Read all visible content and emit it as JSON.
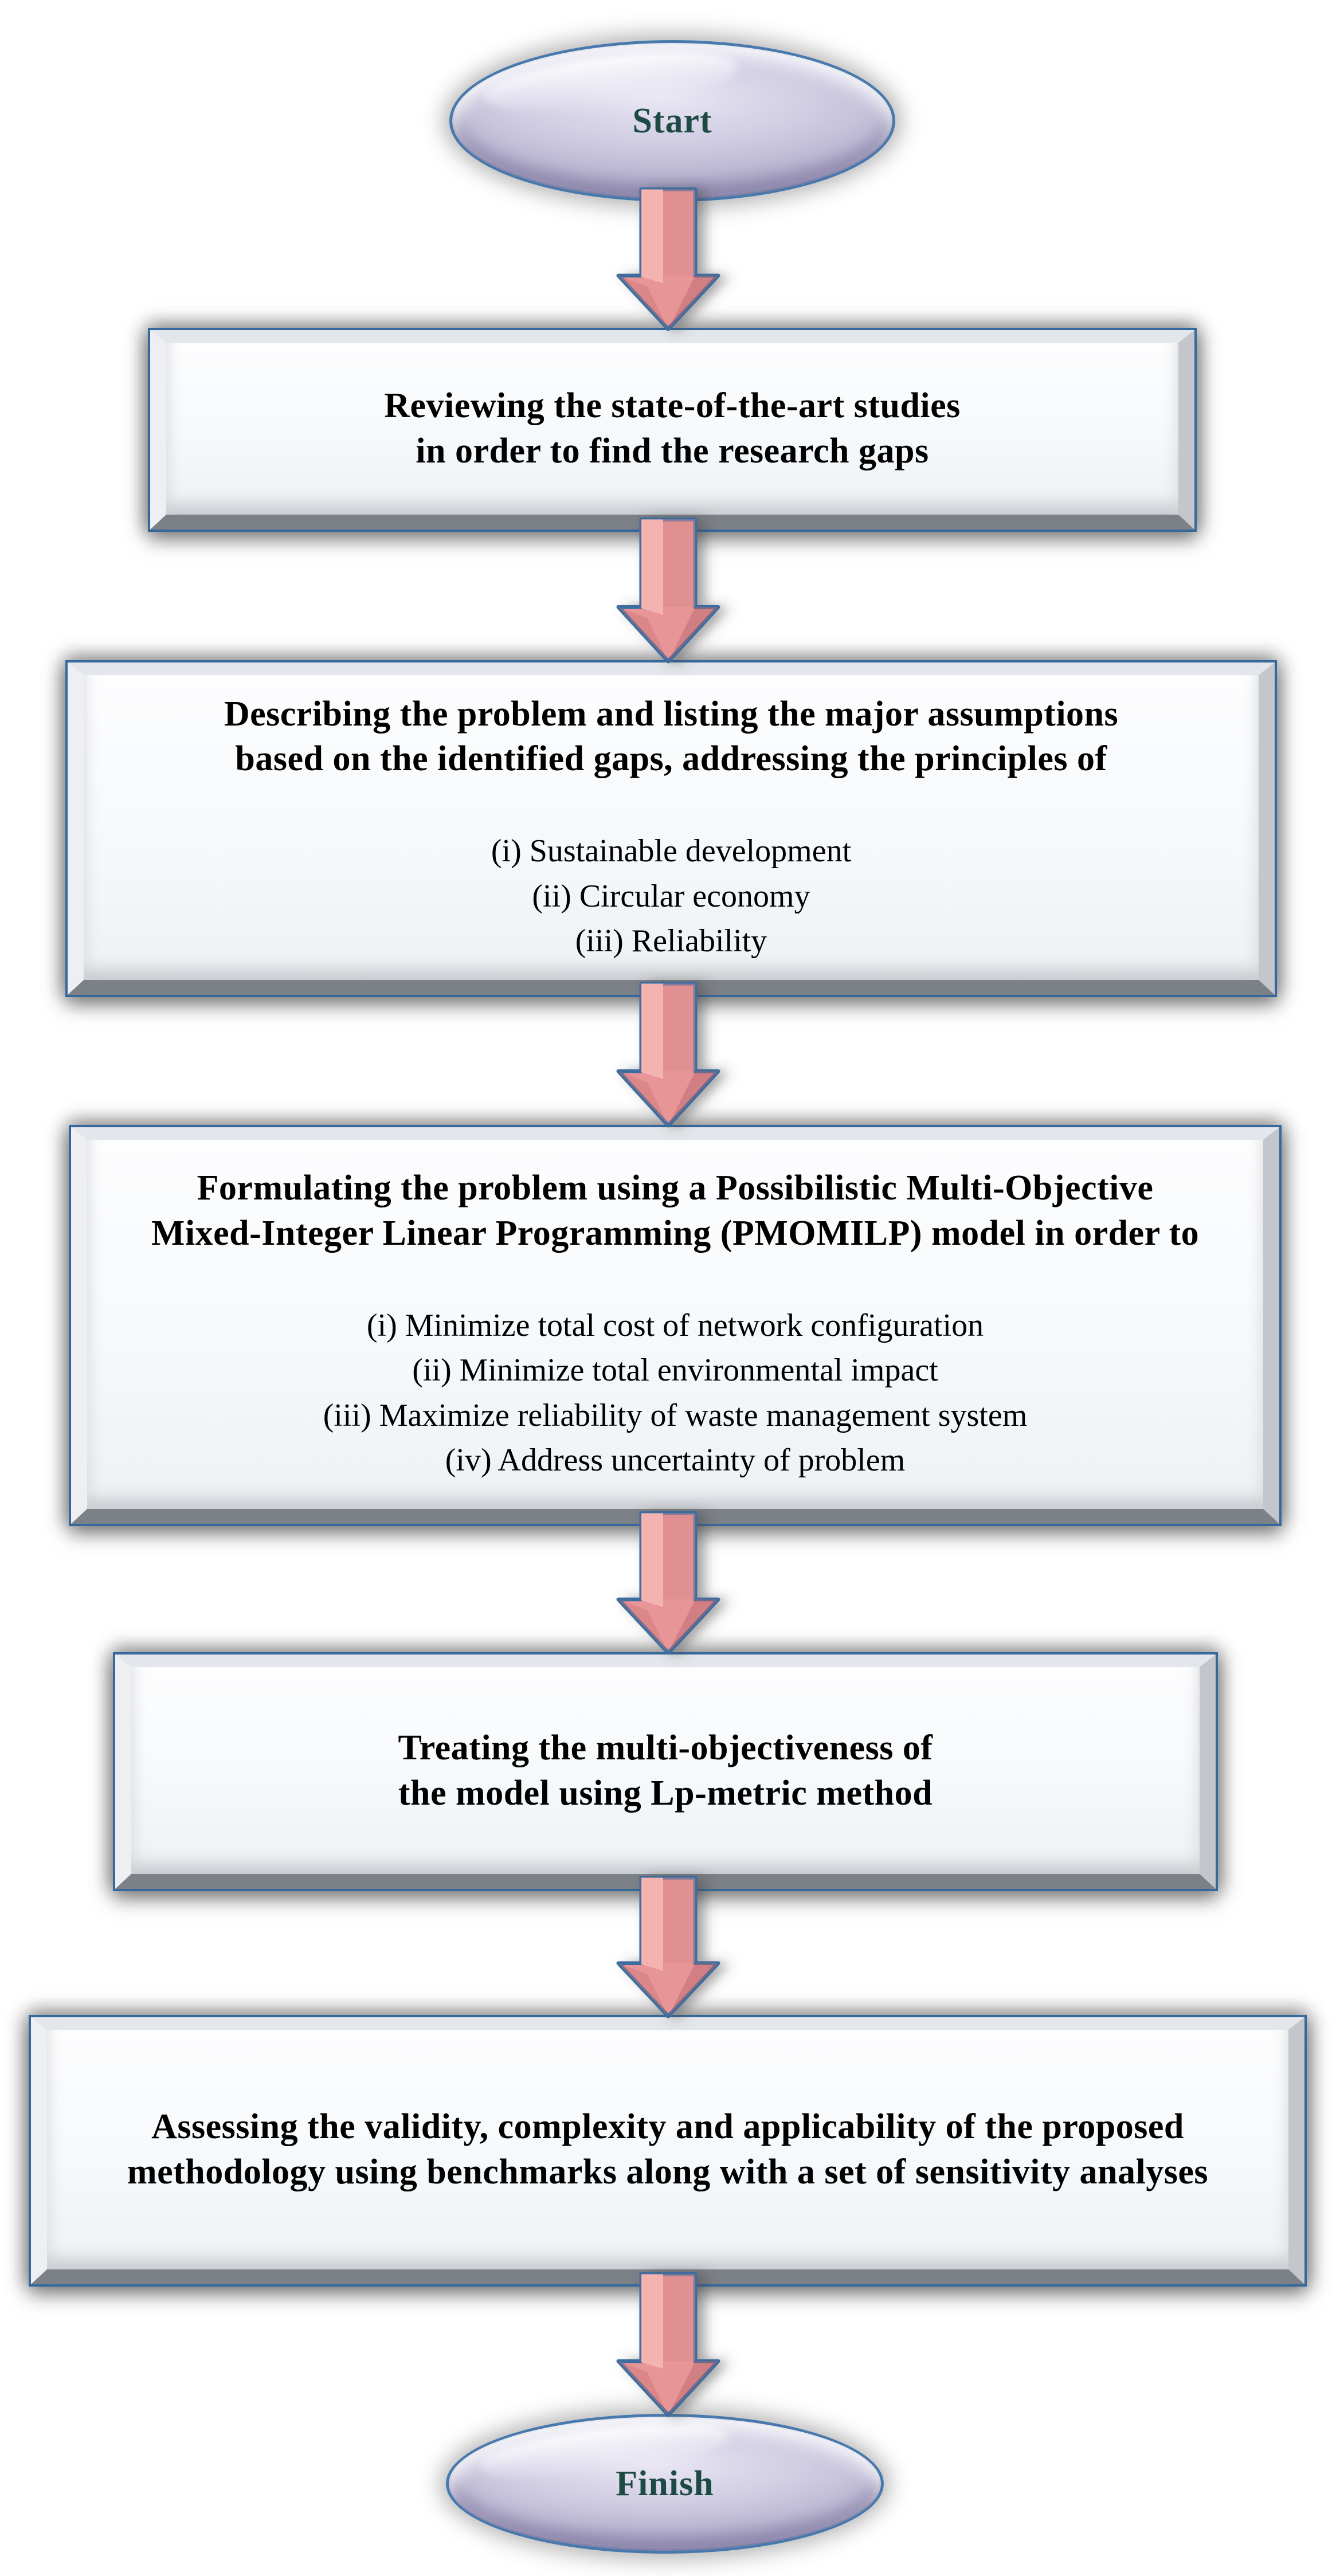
{
  "flowchart": {
    "start_label": "Start",
    "finish_label": "Finish",
    "steps": [
      {
        "title": "Reviewing the state-of-the-art studies in order to find the research gaps",
        "items": []
      },
      {
        "title": "Describing the problem and listing the major assumptions based on the identified gaps, addressing the principles of",
        "items": [
          "(i) Sustainable development",
          "(ii) Circular economy",
          "(iii) Reliability"
        ]
      },
      {
        "title": "Formulating the problem using a Possibilistic Multi-Objective Mixed-Integer Linear Programming (PMOMILP) model in order to",
        "items": [
          "(i) Minimize total cost of network configuration",
          "(ii) Minimize total environmental impact",
          "(iii) Maximize reliability of waste management system",
          "(iv) Address uncertainty of problem"
        ]
      },
      {
        "title": "Treating the multi-objectiveness of the model using Lp-metric method",
        "items": []
      },
      {
        "title": "Assessing the validity, complexity and applicability of the proposed methodology using benchmarks along with a set of sensitivity analyses",
        "items": []
      }
    ],
    "colors": {
      "box_border": "#35689d",
      "box_fill": "#f6f8fa",
      "bevel_dark": "#7c8087",
      "arrow_fill": "#e89597",
      "arrow_highlight": "#f4b2b0",
      "arrow_border": "#3e6d9e",
      "ellipse_fill": "#cfcbe2",
      "ellipse_border": "#4878ac",
      "terminator_text": "#1d4b44",
      "step_text": "#000000"
    }
  }
}
